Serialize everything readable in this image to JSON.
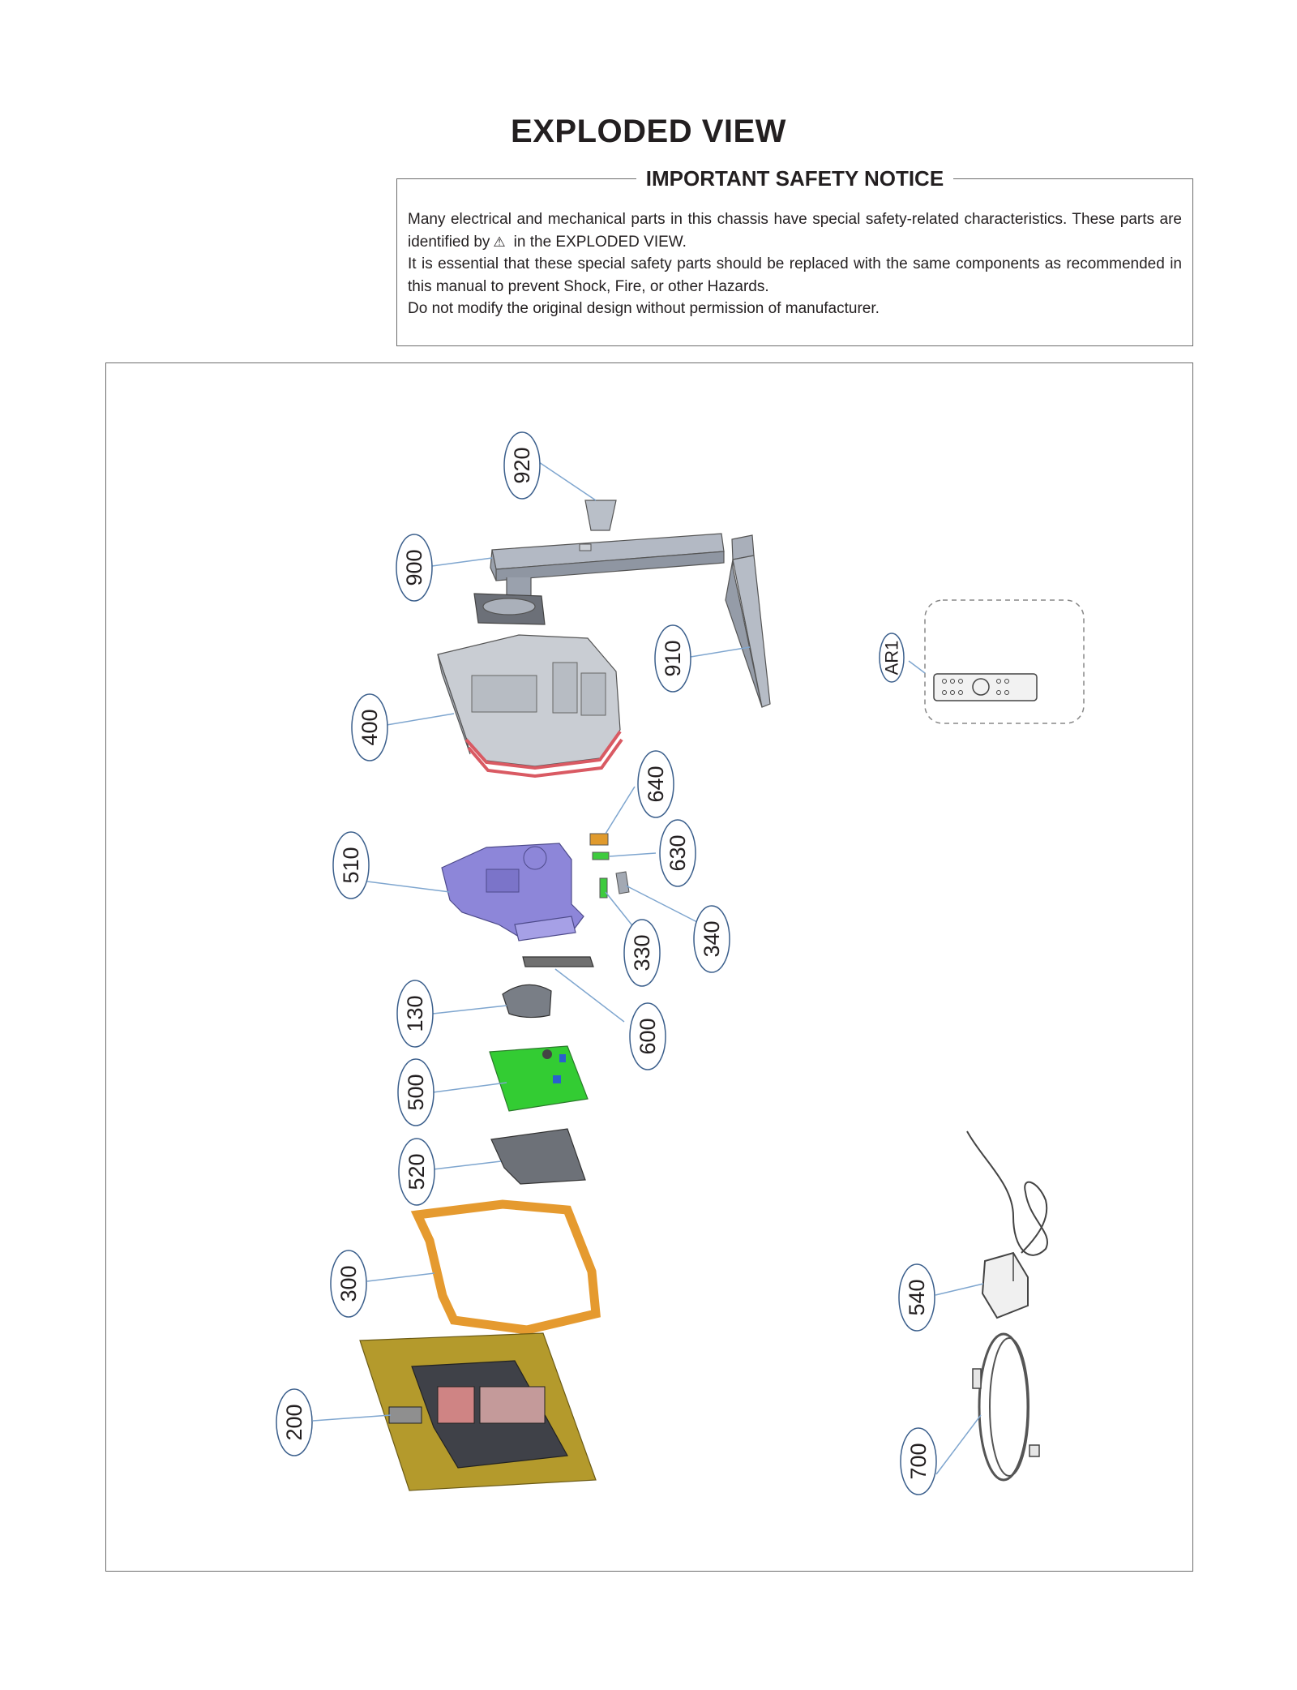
{
  "title": "EXPLODED VIEW",
  "notice": {
    "heading": "IMPORTANT SAFETY NOTICE",
    "line1_pre": "Many electrical and mechanical parts in this chassis have special safety-related characteristics. These parts are identified by",
    "line1_post": "in the  EXPLODED VIEW.",
    "line2": "It is essential that these special safety parts should be replaced with the same components as recommended in this manual to prevent Shock, Fire, or other Hazards.",
    "line3": "Do not modify the original design without permission of manufacturer."
  },
  "icons": {
    "safety_symbol": "warning-triangle-icon"
  },
  "colors": {
    "balloon_stroke": "#3b5f8c",
    "leader_line": "#7fa6cf",
    "pcb_green": "#33cc33",
    "frame_orange": "#e59a2f",
    "panel_olive": "#b49a2c",
    "chassis_purple": "#8d86d9"
  },
  "parts": [
    {
      "label": "920"
    },
    {
      "label": "900"
    },
    {
      "label": "910"
    },
    {
      "label": "400"
    },
    {
      "label": "AR1"
    },
    {
      "label": "640"
    },
    {
      "label": "630"
    },
    {
      "label": "510"
    },
    {
      "label": "340"
    },
    {
      "label": "330"
    },
    {
      "label": "130"
    },
    {
      "label": "600"
    },
    {
      "label": "500"
    },
    {
      "label": "520"
    },
    {
      "label": "300"
    },
    {
      "label": "540"
    },
    {
      "label": "200"
    },
    {
      "label": "700"
    }
  ]
}
